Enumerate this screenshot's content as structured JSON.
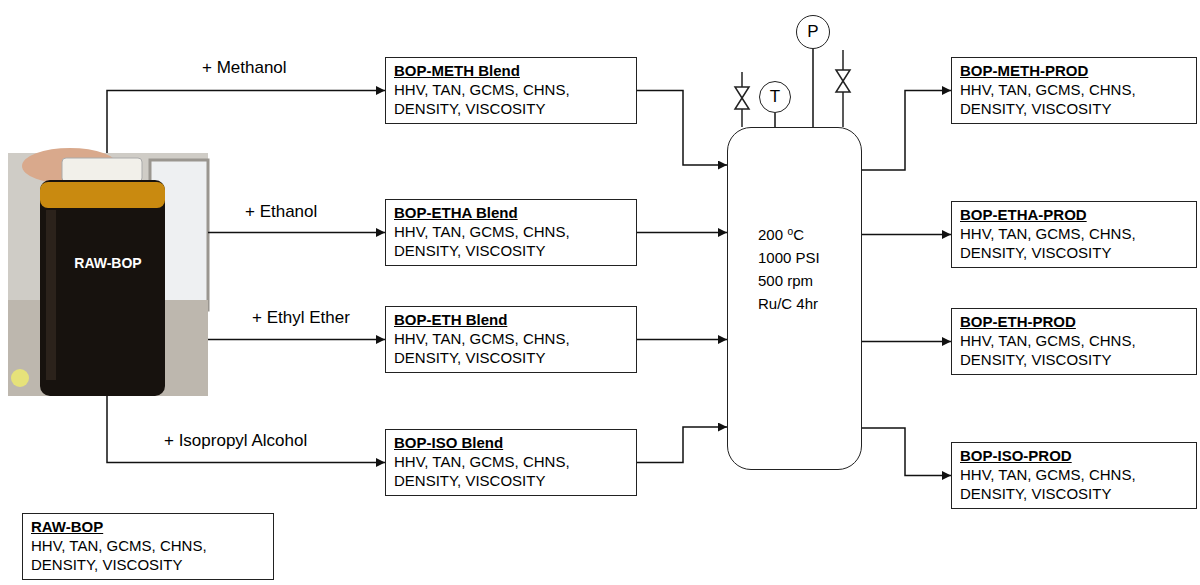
{
  "diagram": {
    "nodes": [
      {
        "text": [
          "RAW-BOP"
        ]
      },
      {
        "text": [
          "BOP-METH Blend",
          "HHV, TAN, GCMS, CHNS, DENSITY, VISCOSITY"
        ]
      },
      {
        "text": [
          "BOP-ETHA Blend",
          "HHV, TAN, GCMS, CHNS, DENSITY, VISCOSITY"
        ]
      },
      {
        "text": [
          "BOP-ETH Blend",
          "HHV, TAN, GCMS, CHNS, DENSITY, VISCOSITY"
        ]
      },
      {
        "text": [
          "BOP-ISO Blend",
          "HHV, TAN, GCMS, CHNS, DENSITY, VISCOSITY"
        ]
      },
      {
        "text": [
          "200 ⁰C 1000 PSI 500 rpm Ru/C 4hr"
        ]
      },
      {
        "text": [
          "BOP-METH-PROD",
          "HHV, TAN, GCMS, CHNS, DENSITY, VISCOSITY"
        ]
      },
      {
        "text": [
          "BOP-ETHA-PROD",
          "HHV, TAN, GCMS, CHNS, DENSITY, VISCOSITY"
        ]
      },
      {
        "text": [
          "BOP-ETH-PROD",
          "HHV, TAN, GCMS, CHNS, DENSITY, VISCOSITY"
        ]
      },
      {
        "text": [
          "BOP-ISO-PROD",
          "HHV, TAN, GCMS, CHNS, DENSITY, VISCOSITY"
        ]
      },
      {
        "text": [
          "RAW-BOP",
          "HHV, TAN, GCMS, CHNS, DENSITY, VISCOSITY"
        ]
      },
      {
        "text": [
          "T"
        ]
      },
      {
        "text": [
          "P"
        ]
      }
    ],
    "edges": [
      {
        "from": 0,
        "to": 1,
        "label": "+ Methanol",
        "arrow": "to"
      },
      {
        "from": 0,
        "to": 2,
        "label": "+ Ethanol",
        "arrow": "to"
      },
      {
        "from": 0,
        "to": 3,
        "label": "+ Ethyl Ether",
        "arrow": "to"
      },
      {
        "from": 0,
        "to": 4,
        "label": "+ Isopropyl Alcohol",
        "arrow": "to"
      },
      {
        "from": 1,
        "to": 5,
        "arrow": "to"
      },
      {
        "from": 2,
        "to": 5,
        "arrow": "to"
      },
      {
        "from": 3,
        "to": 5,
        "arrow": "to"
      },
      {
        "from": 4,
        "to": 5,
        "arrow": "to"
      },
      {
        "from": 5,
        "to": 6,
        "arrow": "to"
      },
      {
        "from": 5,
        "to": 7,
        "arrow": "to"
      },
      {
        "from": 5,
        "to": 8,
        "arrow": "to"
      },
      {
        "from": 5,
        "to": 9,
        "arrow": "to"
      },
      {
        "from": 11,
        "to": 5,
        "arrow": "none"
      },
      {
        "from": 12,
        "to": 5,
        "arrow": "none"
      }
    ]
  }
}
